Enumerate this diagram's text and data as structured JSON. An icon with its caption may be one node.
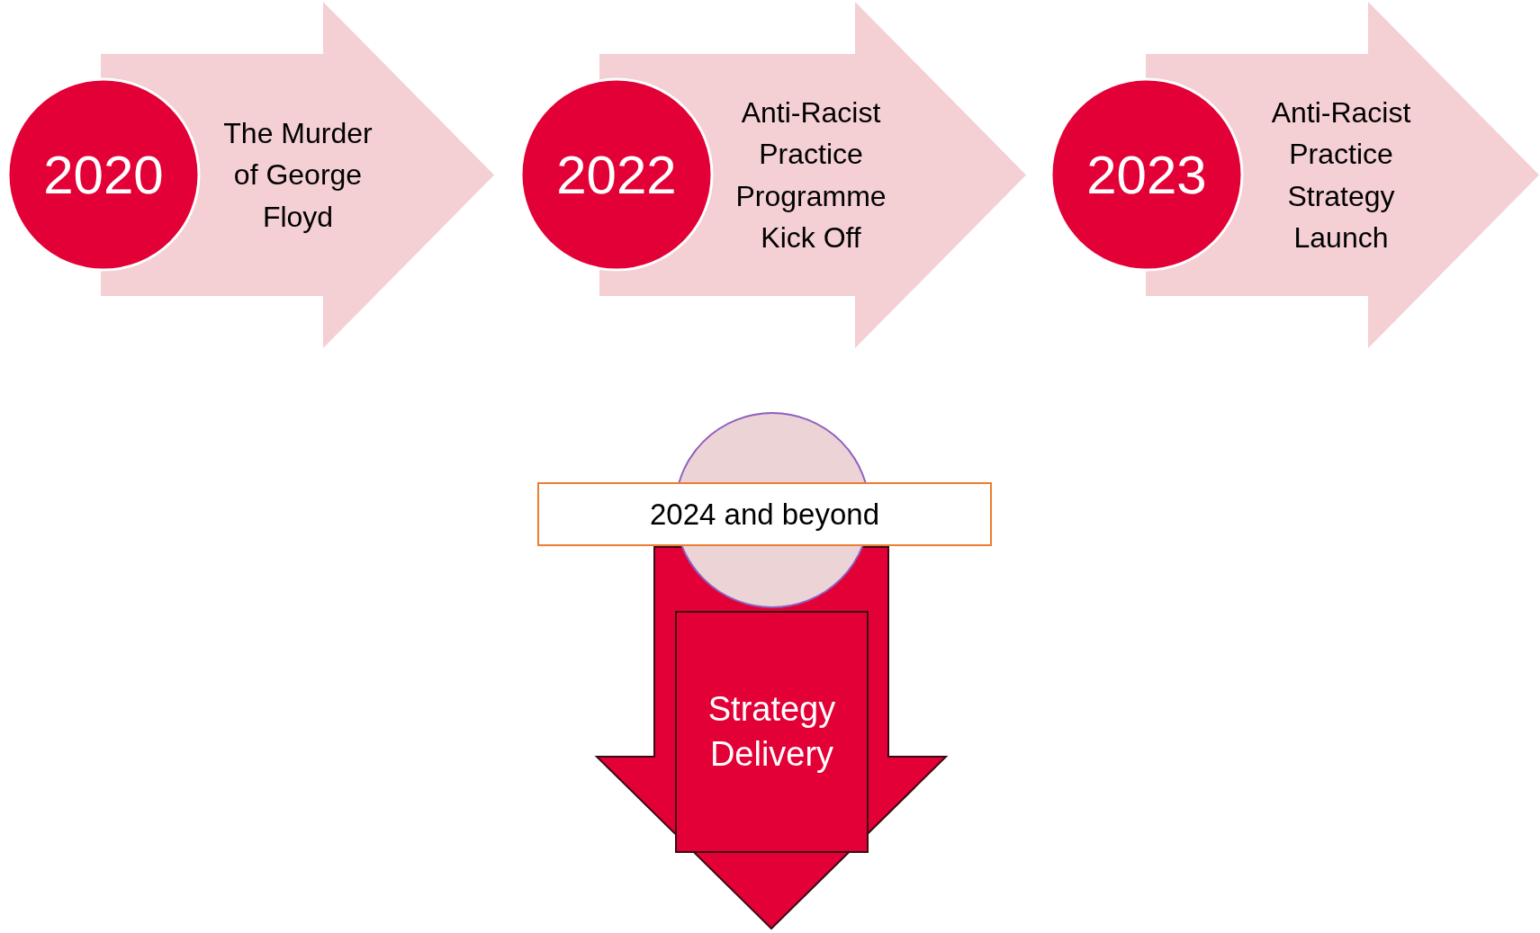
{
  "diagram": {
    "nodes": [
      {
        "text": [
          "2020"
        ]
      },
      {
        "text": [
          "The Murder of George Floyd"
        ]
      },
      {
        "text": [
          "2022"
        ]
      },
      {
        "text": [
          "Anti-Racist Practice Programme Kick Off"
        ]
      },
      {
        "text": [
          "2023"
        ]
      },
      {
        "text": [
          "Anti-Racist Practice Strategy Launch"
        ]
      },
      {
        "text": [],
        "shape": "arrow"
      },
      {
        "text": [],
        "shape": "circle"
      },
      {
        "text": [
          "2024 and beyond"
        ]
      },
      {
        "text": [
          "Strategy Delivery"
        ],
        "in": 6
      }
    ]
  }
}
